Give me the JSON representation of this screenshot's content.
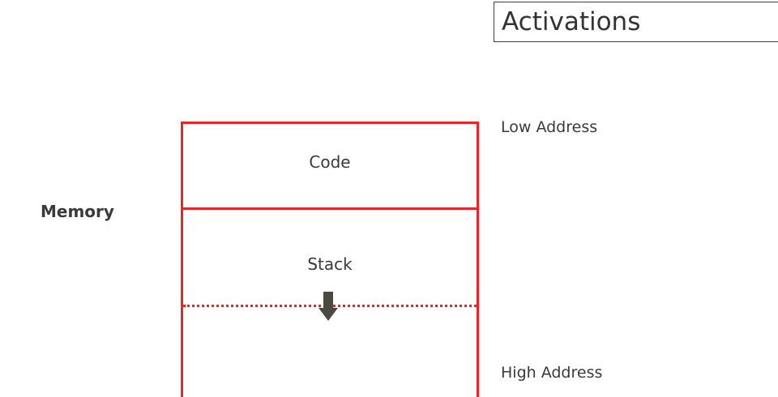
{
  "watermark": "",
  "title": "Activations",
  "memory_label": "Memory",
  "addresses": {
    "low": "Low Address",
    "high": "High Address"
  },
  "segments": {
    "code": "Code",
    "stack": "Stack"
  },
  "colors": {
    "box_border": "#e8262a",
    "arrow": "#4a4a40",
    "text": "#3a3a3a"
  },
  "icons": {
    "stack_growth": "down-arrow-icon"
  }
}
